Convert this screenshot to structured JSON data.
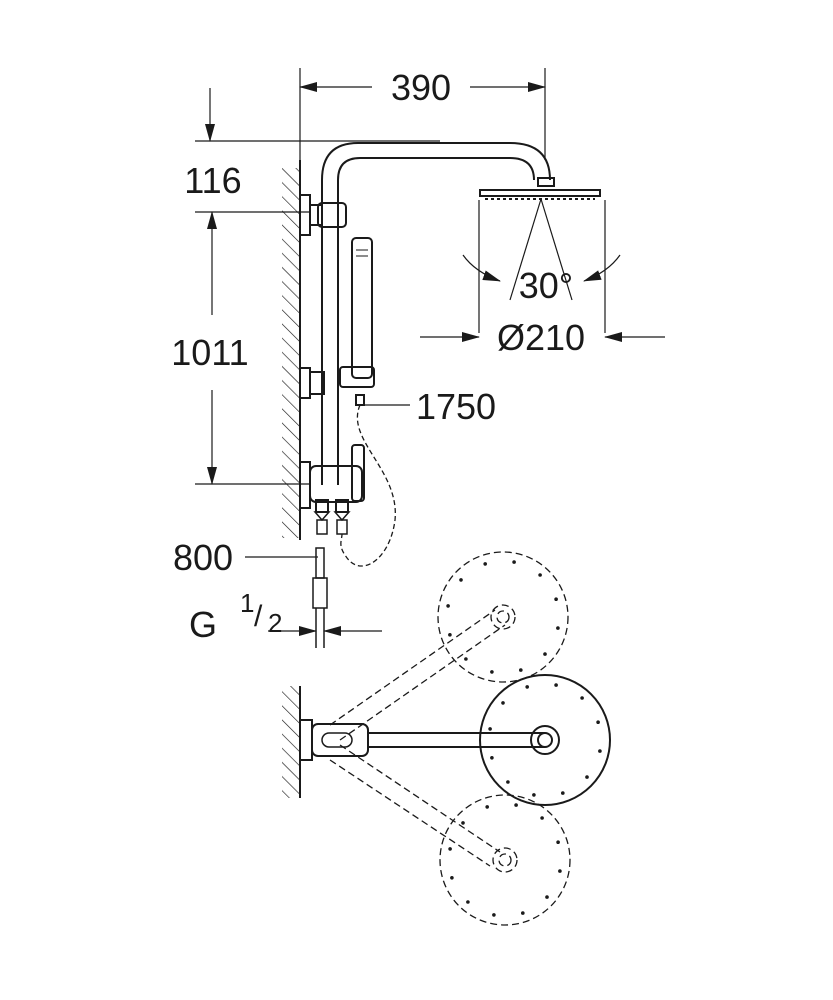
{
  "dimensions": {
    "width_label": "390",
    "top_offset_label": "116",
    "rail_length_label": "1011",
    "handshower_height_label": "1750",
    "hose_label": "800",
    "angle_label": "30°",
    "diameter_label": "Ø210",
    "thread_label_main": "G",
    "thread_fraction_num": "1",
    "thread_fraction_den": "2"
  },
  "colors": {
    "line": "#1a1a1a",
    "background": "#ffffff"
  },
  "icons": {
    "arrow": "arrowhead"
  }
}
